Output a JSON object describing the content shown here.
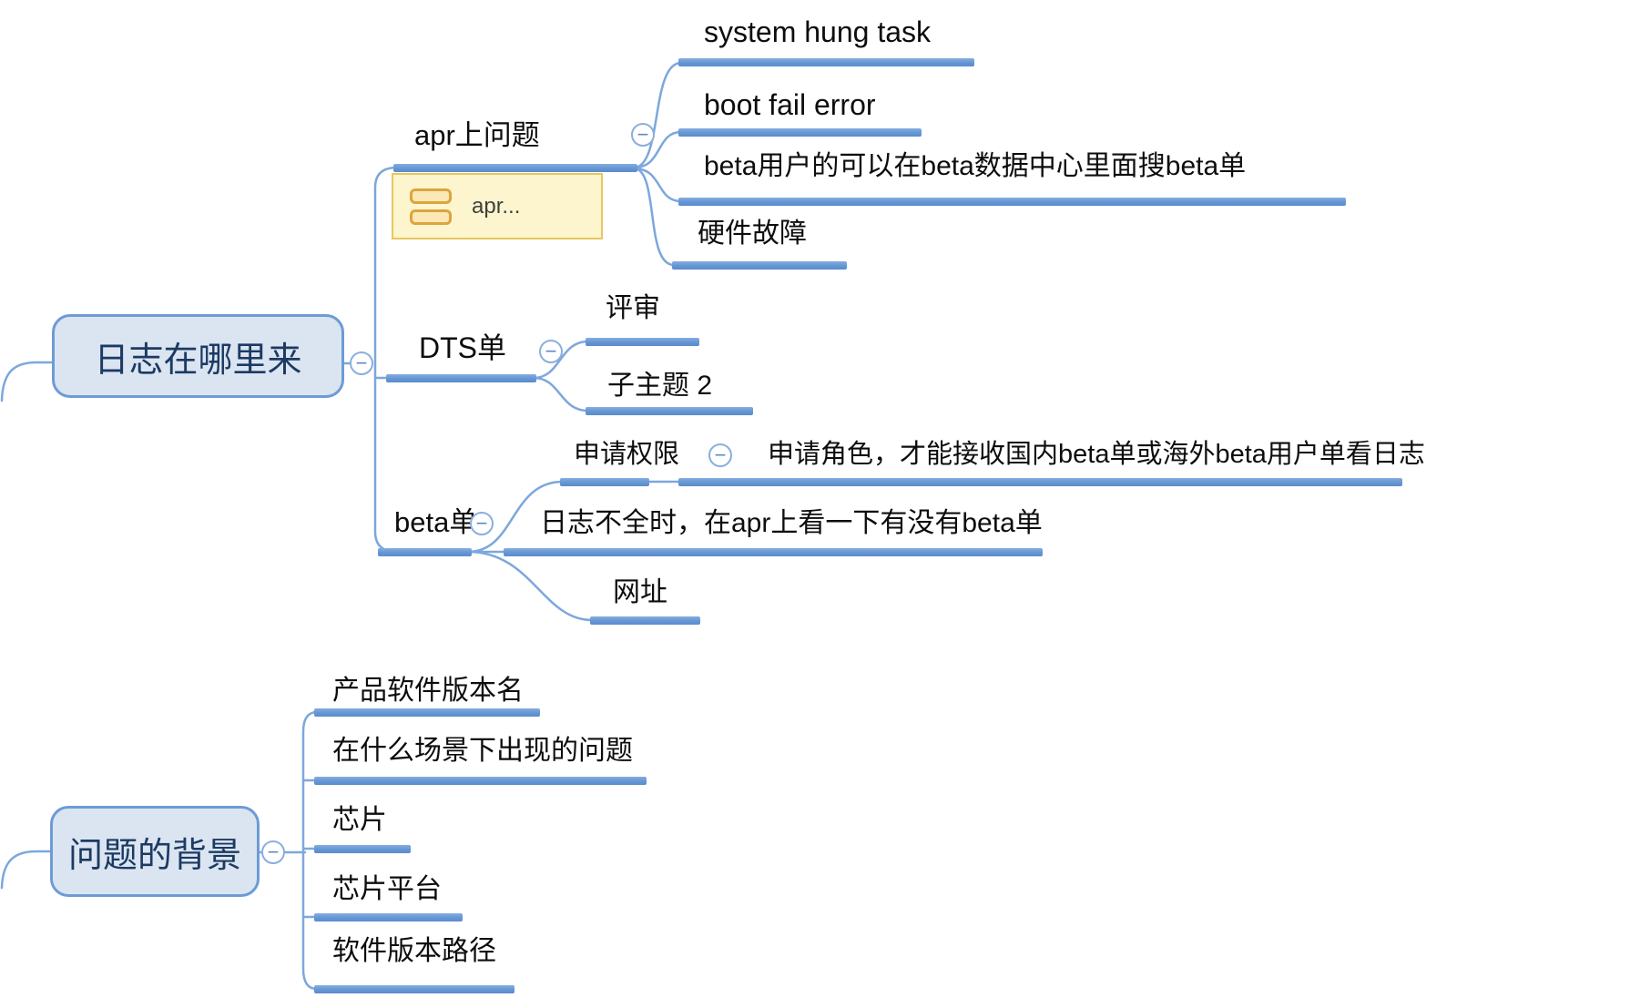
{
  "diagram": {
    "type": "mindmap",
    "ui": {
      "collapse_glyph": "−"
    },
    "colors": {
      "branch_line": "#7da7dc",
      "topic_bar": "#5b8ccd",
      "node_fill": "#dbe5f1",
      "node_border": "#6d9bd6",
      "node_text": "#1c3a63",
      "note_fill": "#fdf5cd",
      "note_border": "#e7c75f",
      "note_icon": "#dda43f"
    },
    "branch1": {
      "label": "日志在哪里来",
      "children": {
        "apr": {
          "label": "apr上问题",
          "note": "apr...",
          "children": {
            "c1": "system hung task",
            "c2": "boot fail error",
            "c3": "beta用户的可以在beta数据中心里面搜beta单",
            "c4": "硬件故障"
          }
        },
        "dts": {
          "label": "DTS单",
          "children": {
            "c1": "评审",
            "c2": "子主题 2"
          }
        },
        "beta": {
          "label": "beta单",
          "children": {
            "c1": {
              "label": "申请权限",
              "child": "申请角色，才能接收国内beta单或海外beta用户单看日志"
            },
            "c2": "日志不全时，在apr上看一下有没有beta单",
            "c3": "网址"
          }
        }
      }
    },
    "branch2": {
      "label": "问题的背景",
      "children": {
        "c1": "产品软件版本名",
        "c2": "在什么场景下出现的问题",
        "c3": "芯片",
        "c4": "芯片平台",
        "c5": "软件版本路径"
      }
    }
  }
}
